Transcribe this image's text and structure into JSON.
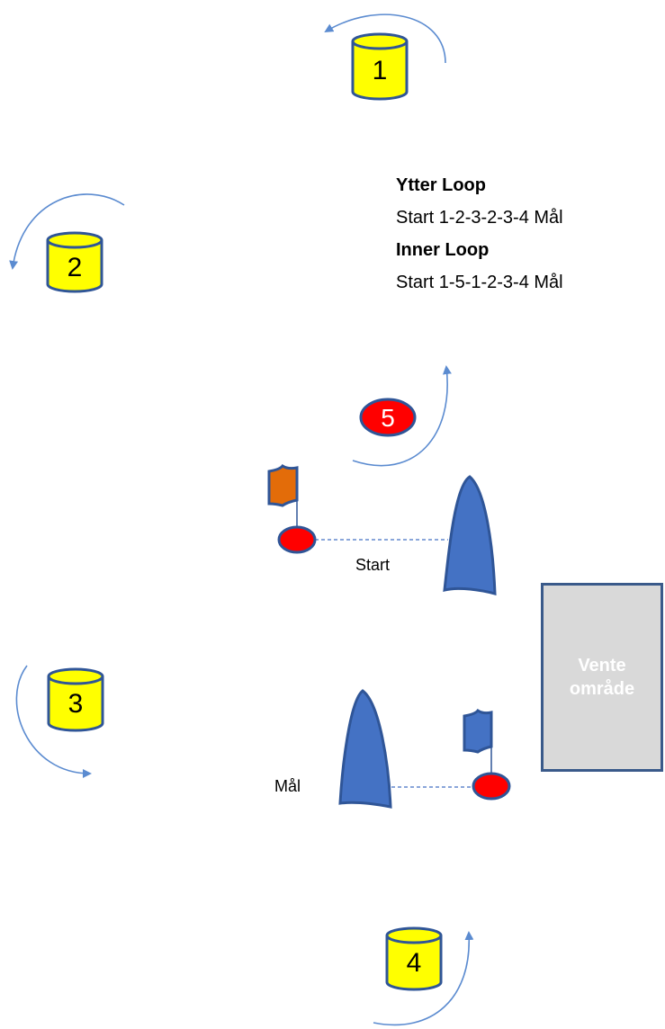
{
  "course": {
    "outer_title": "Ytter Loop",
    "outer_route": "Start 1-2-3-2-3-4 Mål",
    "inner_title": "Inner Loop",
    "inner_route": "Start 1-5-1-2-3-4 Mål"
  },
  "buoys": [
    {
      "label": "1",
      "color": "#ffff00"
    },
    {
      "label": "2",
      "color": "#ffff00"
    },
    {
      "label": "3",
      "color": "#ffff00"
    },
    {
      "label": "4",
      "color": "#ffff00"
    }
  ],
  "mark5": {
    "label": "5",
    "color": "#ff0000"
  },
  "start_label": "Start",
  "finish_label": "Mål",
  "waiting_area": {
    "line1": "Vente",
    "line2": "område"
  },
  "colors": {
    "boat": "#4472c4",
    "outline": "#2f5597",
    "flag_start": "#e36c09",
    "flag_finish": "#4472c4",
    "arrow": "#5b8bd0"
  }
}
